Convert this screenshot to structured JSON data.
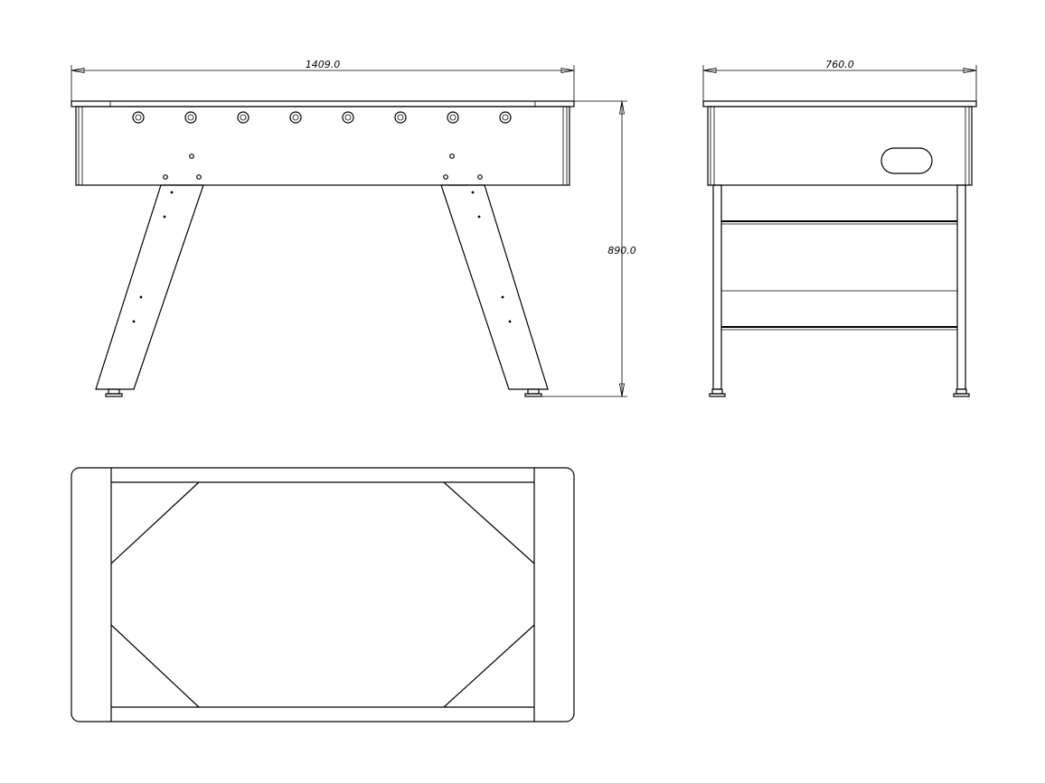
{
  "dimensions": {
    "front_length": "1409.0",
    "side_width": "760.0",
    "height": "890.0"
  },
  "views": [
    {
      "name": "front-view"
    },
    {
      "name": "side-view"
    },
    {
      "name": "top-view"
    }
  ],
  "colors": {
    "line": "#000000",
    "background": "#ffffff"
  }
}
